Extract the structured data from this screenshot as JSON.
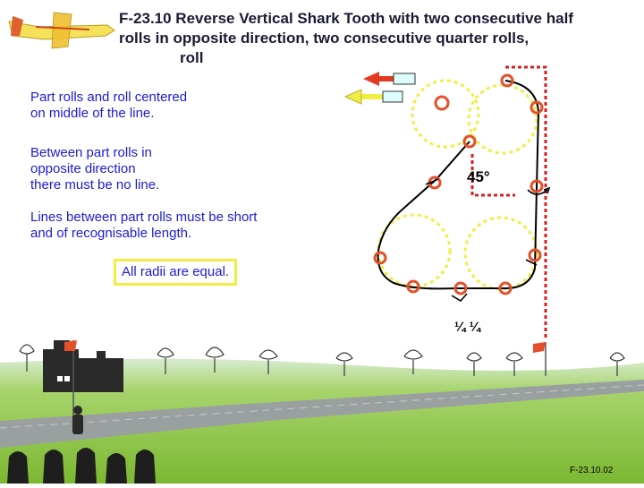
{
  "header": {
    "title_line1": "F-23.10 Reverse Vertical Shark Tooth with two consecutive half",
    "title_line2": "rolls in opposite direction, two consecutive quarter rolls,",
    "title_line3": "roll"
  },
  "notes": {
    "centered_line1": "Part rolls and roll centered",
    "centered_line2": "on middle of the line.",
    "no_line_line1": "Between part rolls in",
    "no_line_line2": "opposite direction",
    "no_line_line3": "there must be no line.",
    "short_lines_line1": "Lines between part rolls must be short",
    "short_lines_line2": "and of recognisable length.",
    "radii": "All radii are equal."
  },
  "diagram": {
    "angle_label": "45°",
    "quarter_rolls_label": "¼ ¼",
    "figure_code": "F-23.10.02",
    "colors": {
      "path": "#000000",
      "roll_circle": "#f0ee44",
      "roll_marker": "#e4502a",
      "reference_line": "#d42020",
      "text_blue": "#1b1bd6",
      "sky": "#ffffff",
      "grass": "#8cc43a",
      "arrow_exit": "#e23a20",
      "arrow_entry": "#f0ee44"
    }
  }
}
